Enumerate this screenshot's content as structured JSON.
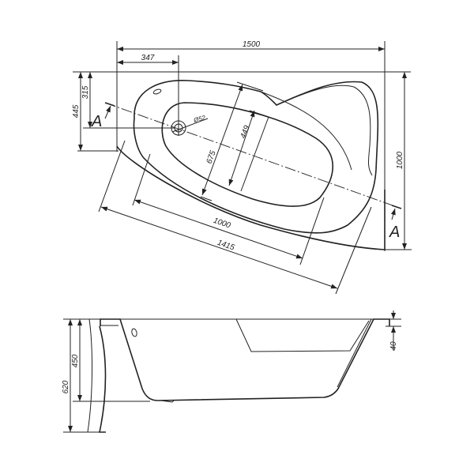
{
  "top_view": {
    "dims": {
      "overall_width": "1500",
      "drain_offset_x": "347",
      "depth_445": "445",
      "drain_offset_y": "315",
      "overall_depth": "1000",
      "drain_diameter": "Ø52",
      "inner_width": "449",
      "width_675": "675",
      "diag_1000": "1000",
      "diag_1415": "1415"
    },
    "section_label_left": "A",
    "section_label_right": "A"
  },
  "side_view": {
    "dims": {
      "total_height": "620",
      "tub_depth": "450",
      "rim_thickness": "40"
    }
  }
}
